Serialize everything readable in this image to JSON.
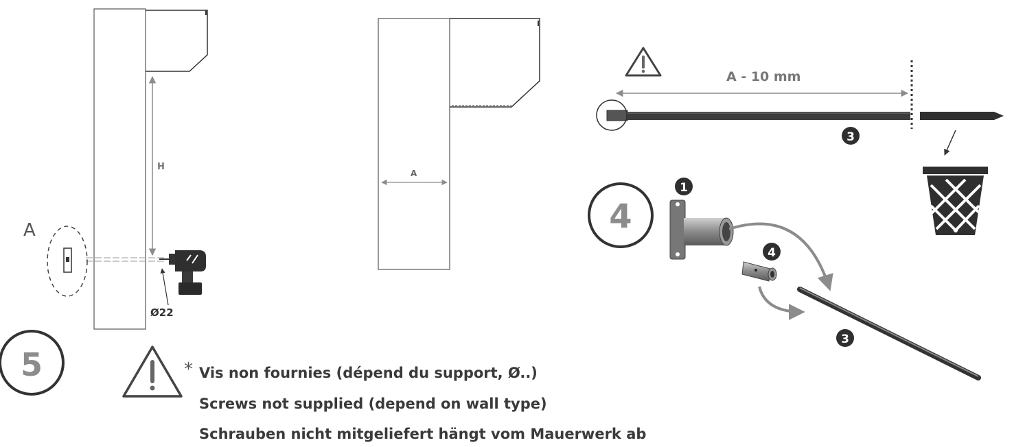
{
  "colors": {
    "line": "#4a4a4a",
    "grey": "#8c8c8c",
    "dark": "#333333",
    "rod": "#3c3c3c"
  },
  "icons": [
    "drill-icon",
    "warning-triangle-icon",
    "trash-basket-icon"
  ],
  "labels": {
    "A_left": "A",
    "H": "H",
    "A_middle": "A",
    "diameter": "Ø22",
    "rod_length": "A - 10 mm"
  },
  "parts": {
    "rod": "3",
    "bracket": "1",
    "connector": "4",
    "rod_assembled": "3"
  },
  "steps": {
    "step4": "4",
    "step5": "5"
  },
  "warning": {
    "asterisk": "*",
    "fr": "Vis non fournies (dépend du support, Ø..)",
    "en": "Screws not supplied (depend on wall type)",
    "de": "Schrauben nicht mitgeliefert hängt vom Mauerwerk ab"
  }
}
